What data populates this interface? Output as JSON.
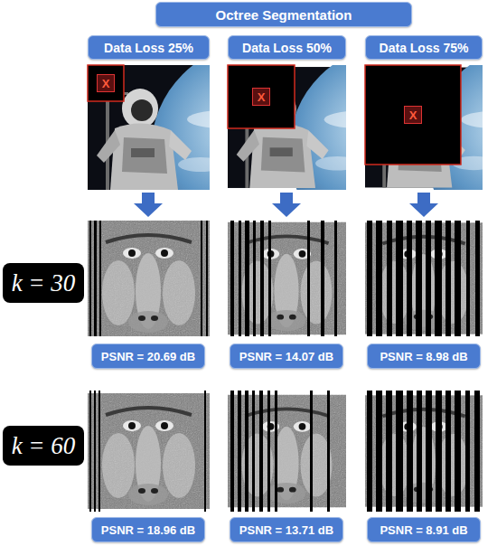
{
  "diagram": {
    "title": "Octree Segmentation",
    "nodes": [
      {
        "text": [
          "Data Loss 25%"
        ]
      },
      {
        "text": [
          "Data Loss 50%"
        ]
      },
      {
        "text": [
          "Data Loss 75%"
        ]
      },
      {
        "text": [
          "k = 30"
        ]
      },
      {
        "text": [
          "PSNR = 20.69 dB"
        ]
      },
      {
        "text": [
          "PSNR = 14.07 dB"
        ]
      },
      {
        "text": [
          "PSNR = 8.98 dB"
        ]
      },
      {
        "text": [
          "k = 60"
        ]
      },
      {
        "text": [
          "PSNR = 18.96 dB"
        ]
      },
      {
        "text": [
          "PSNR = 13.71 dB"
        ]
      },
      {
        "text": [
          "PSNR = 8.91 dB"
        ]
      }
    ],
    "labels": [
      "X",
      "X",
      "X"
    ]
  }
}
